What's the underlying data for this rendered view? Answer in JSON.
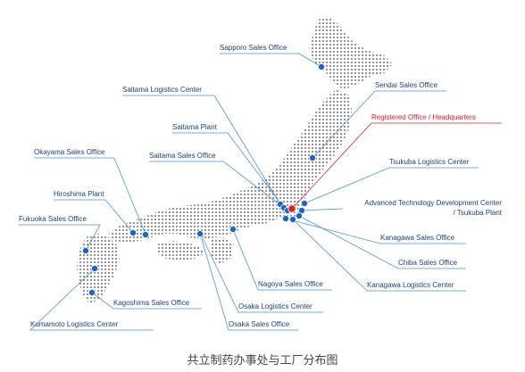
{
  "offices": {
    "sapporo": "Sapporo Sales Office",
    "sendai": "Sendai Sales Office",
    "saitama_logistics": "Saitama Logistics Center",
    "registered_hq": "Registered Office / Headquarters",
    "saitama_plant": "Saitama Plant",
    "tsukuba_logistics": "Tsukuba Logistics Center",
    "saitama_sales": "Saitama Sales Office",
    "okayama_sales": "Okayama Sales Office",
    "advanced_tech_line1": "Advanced Technology Development Center",
    "advanced_tech_line2": "/ Tsukuba Plant",
    "hiroshima_plant": "Hiroshima Plant",
    "fukuoka_sales": "Fukuoka Sales Office",
    "kanagawa_sales": "Kanagawa Sales Office",
    "chiba_sales": "Chiba Sales Office",
    "nagoya_sales": "Nagoya Sales Office",
    "kanagawa_logistics": "Kanagawa Logistics Center",
    "kagoshima_sales": "Kagoshima Sales Office",
    "osaka_logistics": "Osaka Logistics Center",
    "kumamoto_logistics": "Kumamoto Logistics Center",
    "osaka_sales": "Osaka Sales Office"
  },
  "caption": "共立制药办事处与工厂分布图",
  "colors": {
    "label_blue": "#1f3f7a",
    "line_blue": "#4a93d6",
    "pin_blue": "#1e64c8",
    "hq_red": "#d8232a",
    "map_dots": "#8c8c8c"
  }
}
